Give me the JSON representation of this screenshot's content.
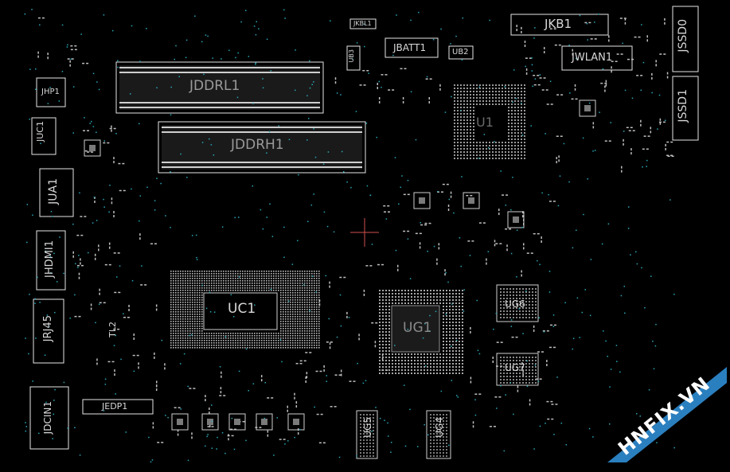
{
  "board": {
    "background": "#000000",
    "outline_color": "#e6e6e6",
    "pad_color": "#bfbfbf",
    "via_color": "#2aa7b8"
  },
  "labels": {
    "jddrl1": "JDDRL1",
    "jddrh1": "JDDRH1",
    "jkb1": "JKB1",
    "jwlan1": "JWLAN1",
    "jbatt1": "JBATT1",
    "ub2": "UB2",
    "ub3": "UB3",
    "jkbl1": "JKBL1",
    "jssd0": "JSSD0",
    "jssd1": "JSSD1",
    "jhp1": "JHP1",
    "juc1": "JUC1",
    "jua1": "JUA1",
    "jhdmi1": "JHDMI1",
    "jrj45": "JRJ45",
    "jdcin1": "JDCIN1",
    "jedp1": "JEDP1",
    "uc1": "UC1",
    "ug1": "UG1",
    "ug4": "UG4",
    "ug5": "UG5",
    "ug6": "UG6",
    "ug7": "UG7",
    "ul2": "TL2",
    "u1": "U1"
  },
  "watermark": {
    "text": "HNFIX.VN",
    "banner_color": "#2a7fbf",
    "accent_color": "#e03020"
  }
}
